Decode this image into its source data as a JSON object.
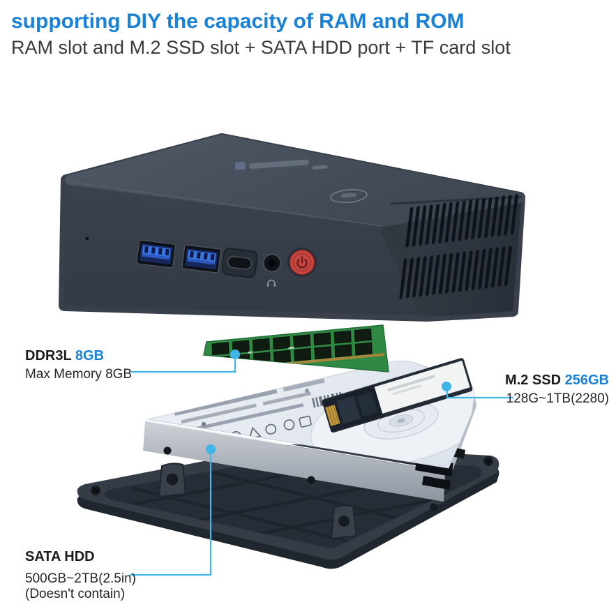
{
  "header": {
    "title": "supporting DIY the capacity of RAM and ROM",
    "subtitle": "RAM slot and M.2 SSD slot + SATA HDD port + TF card slot"
  },
  "callouts": {
    "ram": {
      "title": "DDR3L",
      "value": "8GB",
      "line2": "Max Memory 8GB"
    },
    "ssd": {
      "title": "M.2 SSD",
      "value": "256GB",
      "line2": "128G~1TB(2280)"
    },
    "hdd": {
      "title": "SATA HDD",
      "line2": "500GB~2TB(2.5in)",
      "line3": "(Doesn't contain)"
    }
  },
  "colors": {
    "accent": "#1a82d6",
    "leader": "#41b4e8",
    "power_red": "#c7463f",
    "usb_blue": "#3a75e3",
    "ram_green": "#2f8943",
    "device": "#3d4450"
  },
  "illustration": {
    "parts": [
      "mini-pc",
      "ram-module",
      "m2-ssd",
      "sata-hdd-with-caddy",
      "bottom-cover"
    ],
    "front_ports": [
      "usb-3.0-port",
      "usb-3.0-port",
      "usb-c-port",
      "headphone-jack",
      "power-button"
    ]
  }
}
